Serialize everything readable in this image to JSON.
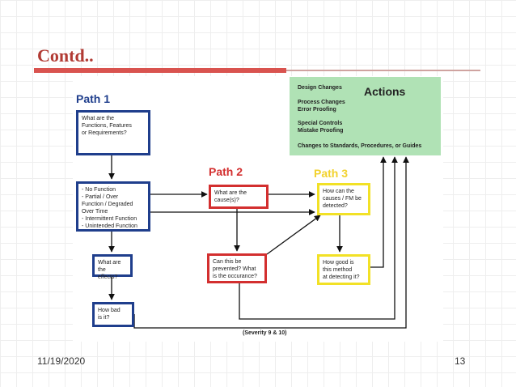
{
  "slide": {
    "title": "Contd..",
    "date": "11/19/2020",
    "page_number": "13"
  },
  "diagram": {
    "path_labels": [
      "Path 1",
      "Path 2",
      "Path 3"
    ],
    "actions": {
      "title": "Actions",
      "items": [
        "Design Changes",
        "Process Changes\nError Proofing",
        "Special Controls\nMistake Proofing",
        "Changes to Standards, Procedures, or Guides"
      ]
    },
    "boxes": {
      "functions": "What are the\nFunctions, Features\nor Requirements?",
      "failure_modes": "- No Function\n- Partial / Over\n  Function / Degraded\n  Over Time\n- Intermittent Function\n- Unintended Function",
      "effects": "What are\nthe effects?",
      "how_bad": "How bad\nis it?",
      "causes": "What are the\ncause(s)?",
      "prevented": "Can this be\nprevented? What\nis the occurance?",
      "detected": "How can the\ncauses / FM be\ndetected?",
      "how_good": "How good is\nthis method\nat detecting it?"
    },
    "severity_note": "(Severity 9 & 10)",
    "colors": {
      "path1": "#1f3e8c",
      "path2": "#d32f2f",
      "path3": "#f2e126",
      "actions_bg": "#b0e2b5",
      "title": "#b23b34"
    }
  }
}
